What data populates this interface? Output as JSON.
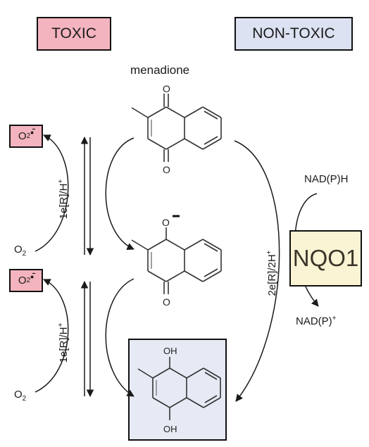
{
  "header": {
    "toxic_label": "TOXIC",
    "nontoxic_label": "NON-TOXIC"
  },
  "enzyme": {
    "label": "NQO1"
  },
  "compounds": {
    "menadione": "menadione",
    "oxygen_1": "O",
    "oxygen_2": "O",
    "semiquinone_oxygen": "O",
    "semiquinone_bottom_oxygen": "O",
    "hydroquinone_oh_top": "OH",
    "hydroquinone_oh_bottom": "OH"
  },
  "species": {
    "superoxide_1": "O",
    "superoxide_1_sub": "2",
    "superoxide_2": "O",
    "superoxide_2_sub": "2",
    "oxygen_reactant_1": "O",
    "oxygen_reactant_1_sub": "2",
    "oxygen_reactant_2": "O",
    "oxygen_reactant_2_sub": "2"
  },
  "reactions": {
    "one_electron_1": "1e[R]/H",
    "one_electron_1_sup": "+",
    "one_electron_2": "1e[R]/H",
    "one_electron_2_sup": "+",
    "two_electron": "2e[R]/2H",
    "two_electron_sup": "+",
    "cofactor_in": "NAD(P)H",
    "cofactor_out": "NAD(P)",
    "cofactor_out_sup": "+"
  },
  "colors": {
    "toxic": "#f4b4bf",
    "nontoxic": "#dde2f2",
    "nqo1": "#faf3d4",
    "hydroquinone_box": "#e6eaf4",
    "superoxide_box": "#f4b4bf",
    "stroke": "#1a1a1a"
  }
}
